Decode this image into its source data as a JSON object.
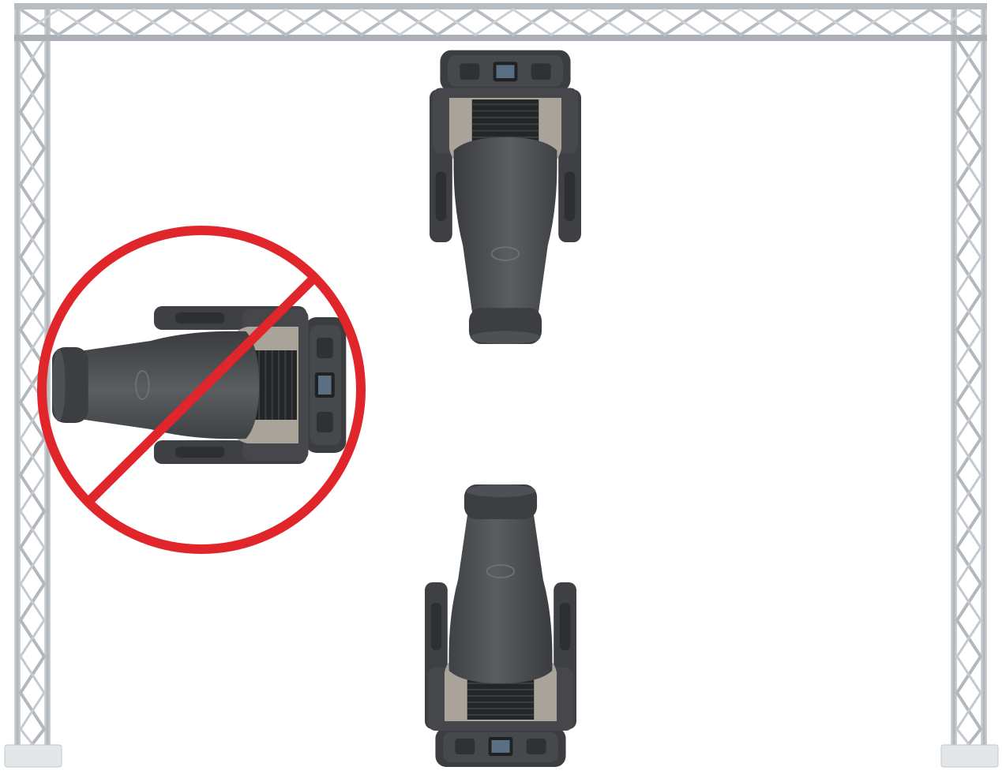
{
  "diagram": {
    "colors": {
      "background": "#ffffff",
      "truss_steel": "#b9bec4",
      "truss_steel_dark": "#8d939a",
      "fixture_body": "#4f5256",
      "fixture_dark": "#2e3033",
      "fixture_trim": "#a9a39a",
      "prohibited_red": "#e0262b"
    },
    "structure": {
      "type": "truss-goal-post",
      "parts": [
        "left-truss-tower",
        "top-truss-beam",
        "right-truss-tower"
      ]
    },
    "fixtures": [
      {
        "name": "moving-head-hanging",
        "orientation": "inverted",
        "status": "allowed"
      },
      {
        "name": "moving-head-standing",
        "orientation": "upright",
        "status": "allowed"
      },
      {
        "name": "moving-head-sideways",
        "orientation": "sideways",
        "status": "prohibited",
        "marker": "prohibition-sign"
      }
    ]
  }
}
